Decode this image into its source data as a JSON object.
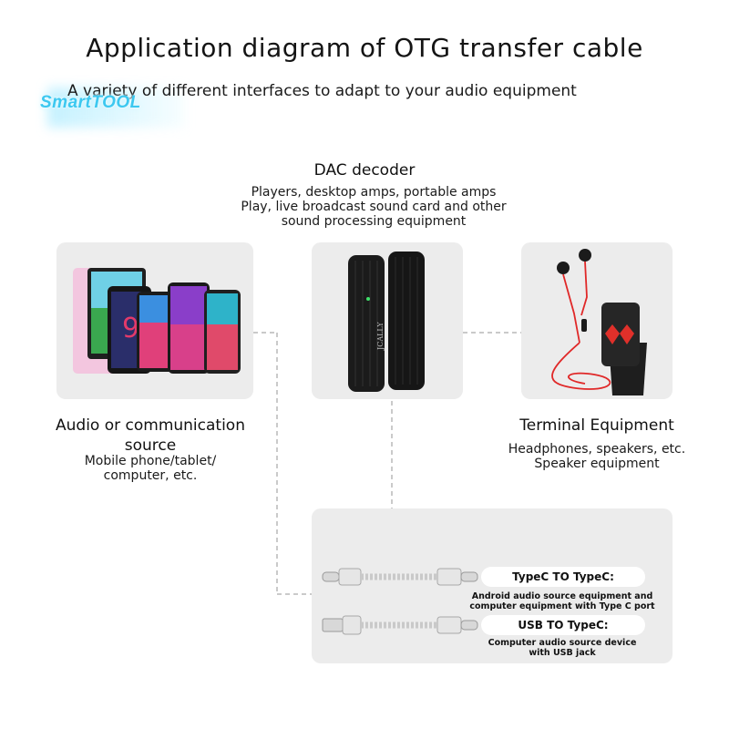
{
  "title": "Application diagram of OTG transfer cable",
  "subtitle": "A variety of different interfaces to adapt to your audio equipment",
  "watermark": "SmartTOOL",
  "dac": {
    "heading": "DAC decoder",
    "lines": [
      "Players, desktop amps, portable amps",
      "Play, live broadcast sound card and other",
      "sound processing equipment"
    ],
    "brand": "JCALLY"
  },
  "source": {
    "heading_lines": [
      "Audio or communication",
      "source"
    ],
    "lines": [
      "Mobile phone/tablet/",
      "computer, etc."
    ]
  },
  "terminal": {
    "heading": "Terminal Equipment",
    "lines": [
      "Headphones, speakers, etc.",
      "Speaker equipment"
    ]
  },
  "cables": [
    {
      "label": "TypeC TO TypeC:",
      "desc": [
        "Android audio source equipment and",
        "computer equipment with Type C port"
      ]
    },
    {
      "label": "USB TO TypeC:",
      "desc": [
        "Computer audio source device",
        "with USB jack"
      ]
    }
  ]
}
